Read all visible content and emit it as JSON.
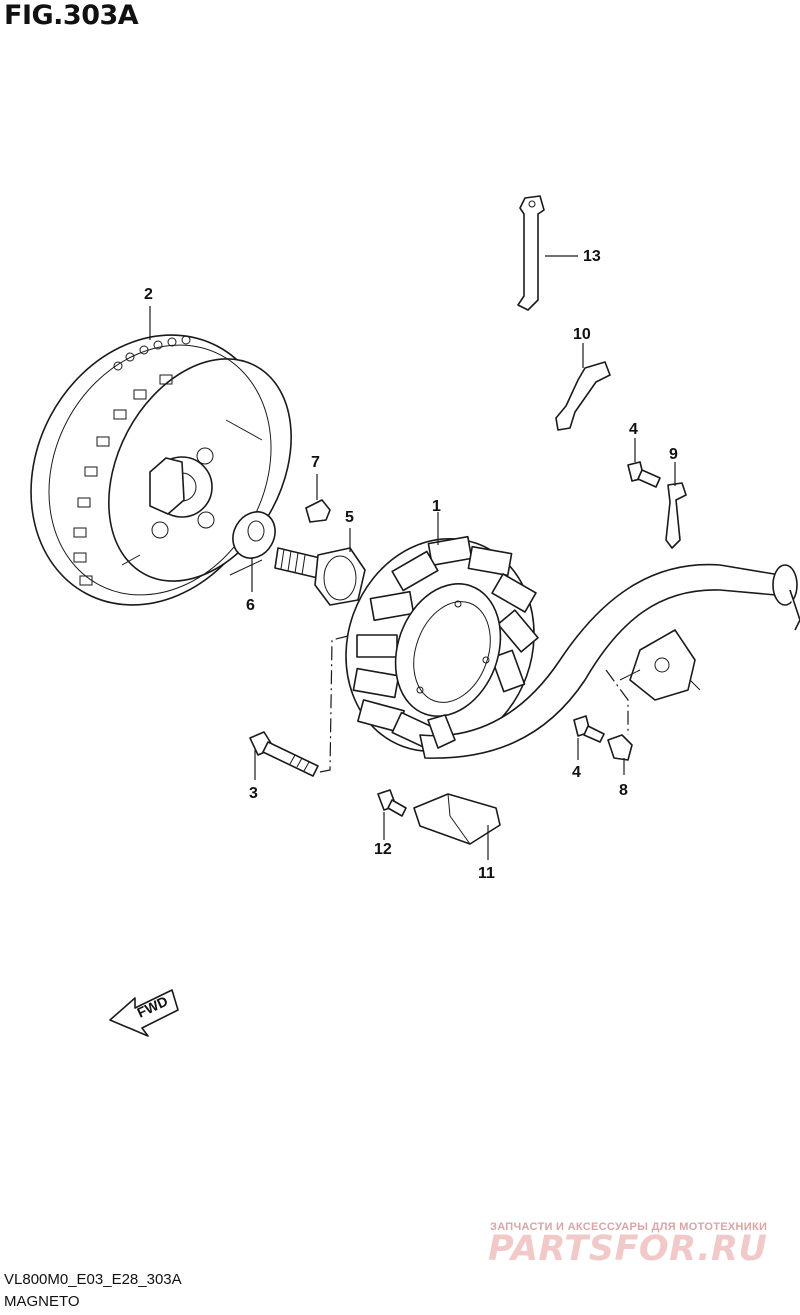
{
  "figure": {
    "title": "FIG.303A"
  },
  "callouts": [
    "1",
    "2",
    "3",
    "4",
    "4",
    "5",
    "6",
    "7",
    "8",
    "9",
    "10",
    "11",
    "12",
    "13"
  ],
  "fwd_label": "FWD",
  "footer": {
    "code": "VL800M0_E03_E28_303A",
    "name": "MAGNETO"
  },
  "watermark": {
    "tagline": "ЗАПЧАСТИ И АКСЕССУАРЫ ДЛЯ МОТОТЕХНИКИ",
    "logo": "PARTSFOR.RU"
  }
}
